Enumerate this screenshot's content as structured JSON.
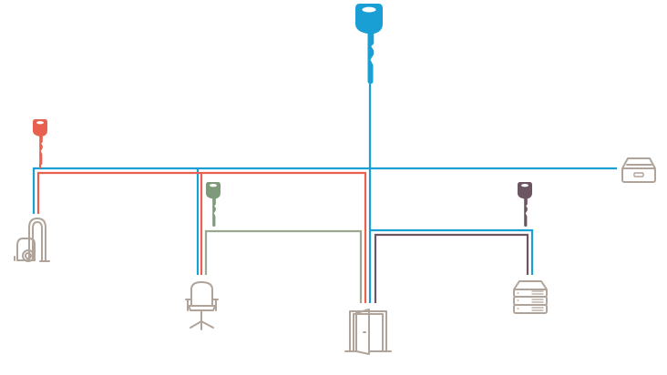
{
  "colors": {
    "master": "#1a9fd4",
    "red": "#e8604f",
    "green": "#7d9a7a",
    "purple": "#6b5560",
    "icon": "#b0a49a"
  },
  "keys": [
    {
      "name": "master-key",
      "color": "master",
      "icon": "key-icon"
    },
    {
      "name": "red-key",
      "color": "red",
      "icon": "key-icon"
    },
    {
      "name": "green-key",
      "color": "green",
      "icon": "key-icon"
    },
    {
      "name": "purple-key",
      "color": "purple",
      "icon": "key-icon"
    }
  ],
  "locks": [
    {
      "name": "vacuum",
      "icon": "vacuum-cleaner-icon",
      "opened_by": [
        "master",
        "red"
      ]
    },
    {
      "name": "office-chair",
      "icon": "office-chair-icon",
      "opened_by": [
        "master",
        "red",
        "green"
      ]
    },
    {
      "name": "door",
      "icon": "door-icon",
      "opened_by": [
        "master",
        "red",
        "green",
        "purple"
      ]
    },
    {
      "name": "server",
      "icon": "server-icon",
      "opened_by": [
        "master",
        "purple"
      ]
    },
    {
      "name": "inbox-tray",
      "icon": "inbox-tray-icon",
      "opened_by": [
        "master"
      ]
    }
  ]
}
